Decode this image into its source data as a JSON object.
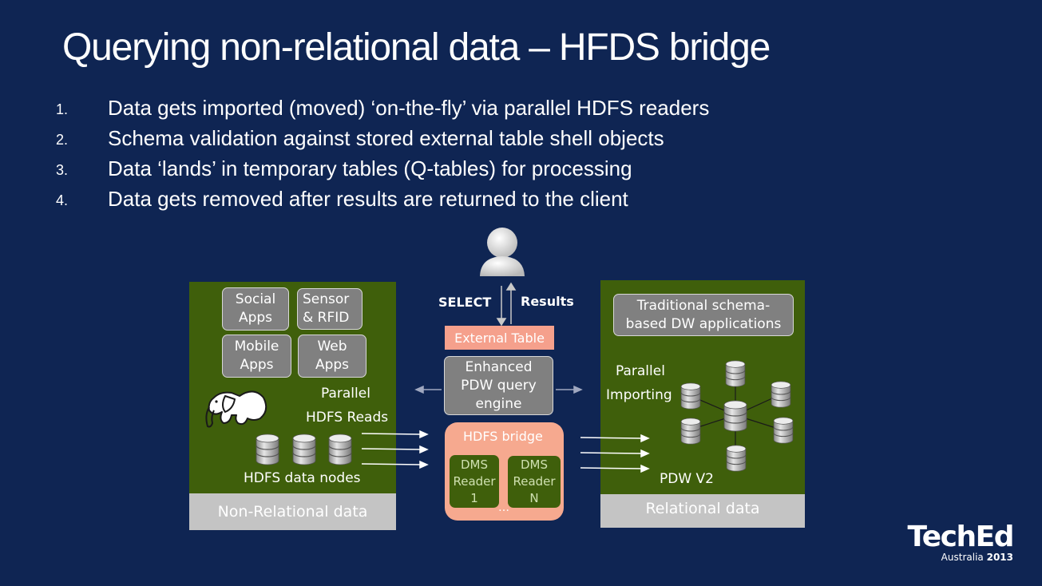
{
  "slide": {
    "title": "Querying non-relational data – HFDS bridge",
    "bullets": [
      {
        "num": "1.",
        "text": "Data gets imported (moved) ‘on-the-fly’ via parallel HDFS readers"
      },
      {
        "num": "2.",
        "text": "Schema validation against stored external table shell objects"
      },
      {
        "num": "3.",
        "text": "Data ‘lands’ in temporary tables (Q-tables) for processing"
      },
      {
        "num": "4.",
        "text": "Data gets removed after results are returned to the client"
      }
    ]
  },
  "diagram": {
    "left_panel": {
      "apps": [
        "Social Apps",
        "Sensor & RFID",
        "Mobile Apps",
        "Web Apps"
      ],
      "parallel_label": "Parallel",
      "hdfs_reads_label": "HDFS Reads",
      "nodes_label": "HDFS data nodes",
      "footer": "Non-Relational data"
    },
    "center": {
      "select_label": "SELECT",
      "results_label": "Results",
      "external_table": "External Table",
      "engine": "Enhanced PDW query engine",
      "bridge_title": "HDFS bridge",
      "reader_1": "DMS Reader 1",
      "reader_n": "DMS Reader N",
      "ellipsis": "…"
    },
    "right_panel": {
      "app_box": "Traditional schema-based DW applications",
      "parallel_label": "Parallel",
      "importing_label": "Importing",
      "pdw_label": "PDW V2",
      "footer": "Relational data"
    }
  },
  "branding": {
    "logo_main": "TechEd",
    "logo_sub": "Australia",
    "logo_year": "2013"
  },
  "colors": {
    "background": "#0f2553",
    "panel_green": "#3f5f0b",
    "salmon": "#f6a98f",
    "gray_box": "#808080"
  }
}
